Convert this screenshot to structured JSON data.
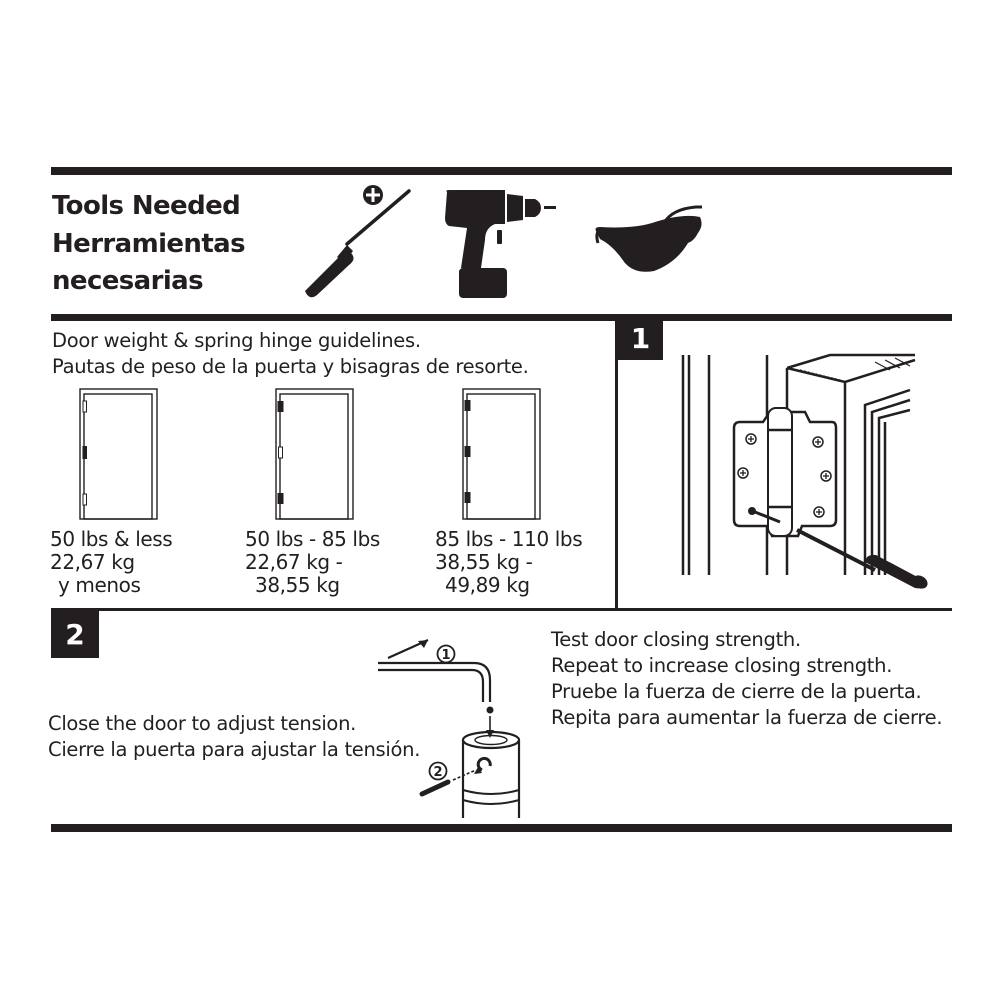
{
  "header": {
    "title_lines": [
      "Tools Needed",
      "Herramientas",
      "necesarias"
    ],
    "tools": [
      {
        "name": "phillips-screwdriver",
        "icon": "screwdriver-icon"
      },
      {
        "name": "power-drill",
        "icon": "drill-icon"
      },
      {
        "name": "safety-glasses",
        "icon": "safety-glasses-icon"
      }
    ]
  },
  "guidelines": {
    "heading_en": "Door weight & spring hinge guidelines.",
    "heading_es": "Pautas de peso de la puerta y bisagras de resorte.",
    "doors": [
      {
        "hinges": [
          "standard",
          "spring",
          "standard"
        ],
        "lbs": "50 lbs & less",
        "kg_line1": "22,67 kg",
        "kg_line2": " y menos"
      },
      {
        "hinges": [
          "spring",
          "standard",
          "spring"
        ],
        "lbs": "50 lbs - 85 lbs",
        "kg_line1": "22,67 kg -",
        "kg_line2": "38,55 kg"
      },
      {
        "hinges": [
          "spring",
          "spring",
          "spring"
        ],
        "lbs": "85 lbs - 110 lbs",
        "kg_line1": "38,55 kg -",
        "kg_line2": "49,89 kg"
      }
    ]
  },
  "steps": [
    {
      "number": "1",
      "illustration": "hinge-install-with-screwdriver"
    },
    {
      "number": "2",
      "instruction_en": "Close the door to adjust tension.",
      "instruction_es": "Cierre la puerta para ajustar la tensión.",
      "callouts": [
        "①",
        "②"
      ],
      "notes": [
        "Test door closing strength.",
        "Repeat to increase closing strength.",
        "Pruebe la fuerza de cierre de la puerta.",
        "Repita para aumentar la fuerza de cierre."
      ]
    }
  ],
  "colors": {
    "ink": "#231f20",
    "background": "#ffffff"
  }
}
